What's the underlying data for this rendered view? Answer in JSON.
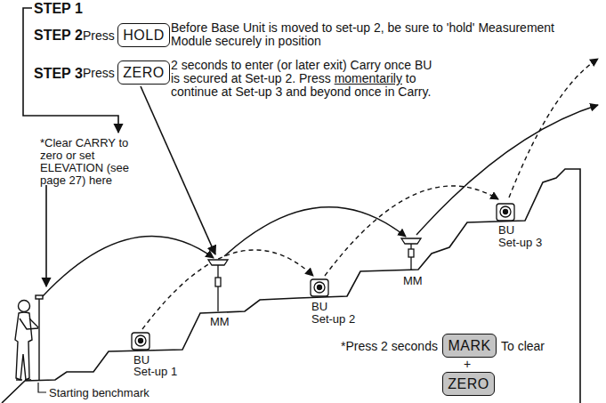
{
  "diagram": {
    "nodes": [
      {
        "text": [
          "HOLD"
        ]
      },
      {
        "text": [
          "ZERO"
        ]
      },
      {
        "text": [
          "MARK"
        ]
      },
      {
        "text": [
          "ZERO"
        ]
      }
    ],
    "labels": [
      "STEP 1",
      "STEP 2",
      "Press",
      "Before Base Unit is moved to set-up 2, be sure to 'hold' Measurement Module securely in position",
      "STEP 3",
      "Press",
      "2 seconds to enter (or later exit) Carry once BU is secured at Set-up 2. Press",
      "momentarily",
      "to continue at Set-up 3 and beyond once in Carry.",
      "*Clear CARRY to zero or set ELEVATION (see page 27) here",
      "BU",
      "Set-up 1",
      "MM",
      "BU",
      "Set-up 2",
      "MM",
      "BU",
      "Set-up 3",
      "*Press 2 seconds",
      "+",
      "To clear",
      "Starting benchmark"
    ]
  }
}
